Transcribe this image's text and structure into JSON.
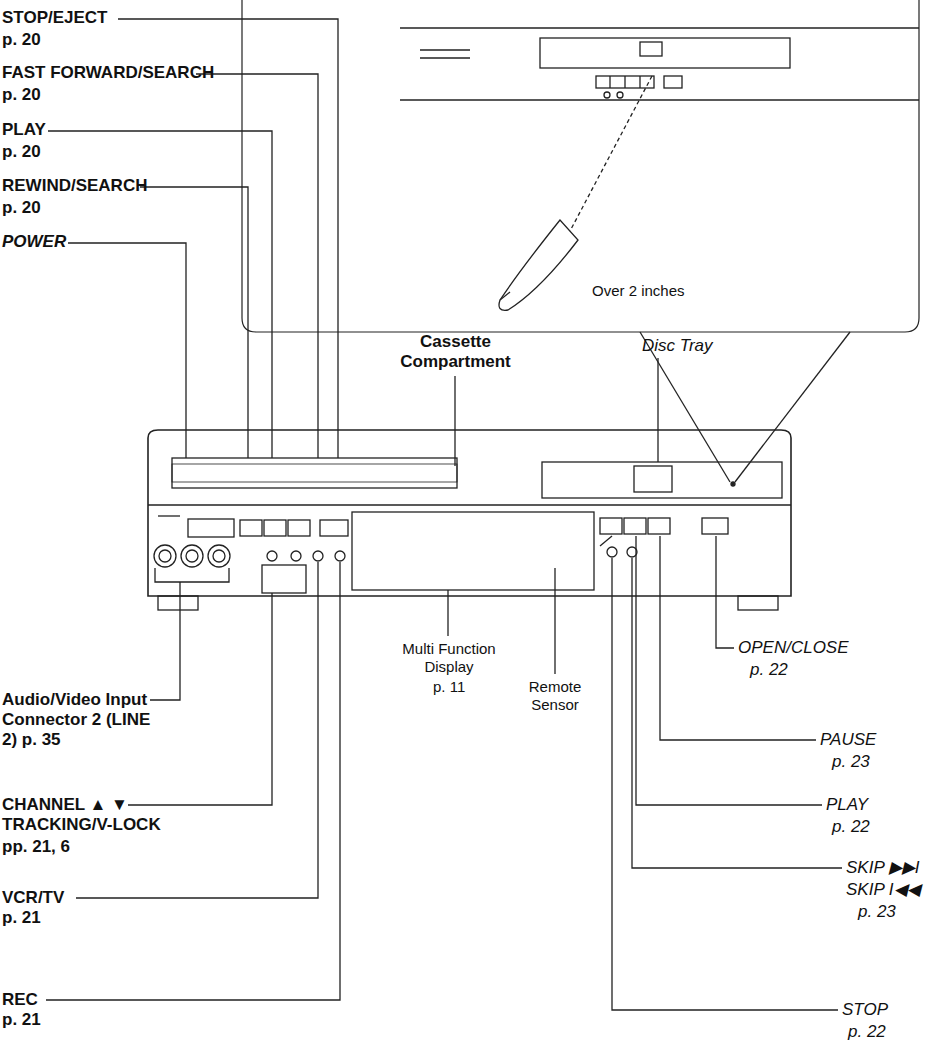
{
  "diagram": {
    "labels": [
      "STOP/EJECT",
      "p. 20",
      "FAST FORWARD/SEARCH",
      "p. 20",
      "PLAY",
      "p. 20",
      "REWIND/SEARCH",
      "p. 20",
      "POWER",
      "Over 2 inches",
      "Cassette Compartment",
      "Disc Tray",
      "Audio/Video Input Connector 2 (LINE 2) p. 35",
      "CHANNEL ▲ ▼ TRACKING/V-LOCK",
      "pp. 21, 6",
      "VCR/TV",
      "p. 21",
      "REC",
      "p. 21",
      "Multi Function Display",
      "p. 11",
      "Remote Sensor",
      "OPEN/CLOSE",
      "p. 22",
      "PAUSE",
      "p. 23",
      "PLAY",
      "p. 22",
      "SKIP ▶▶I",
      "SKIP I◀◀",
      "p. 23",
      "STOP",
      "p. 22"
    ]
  }
}
